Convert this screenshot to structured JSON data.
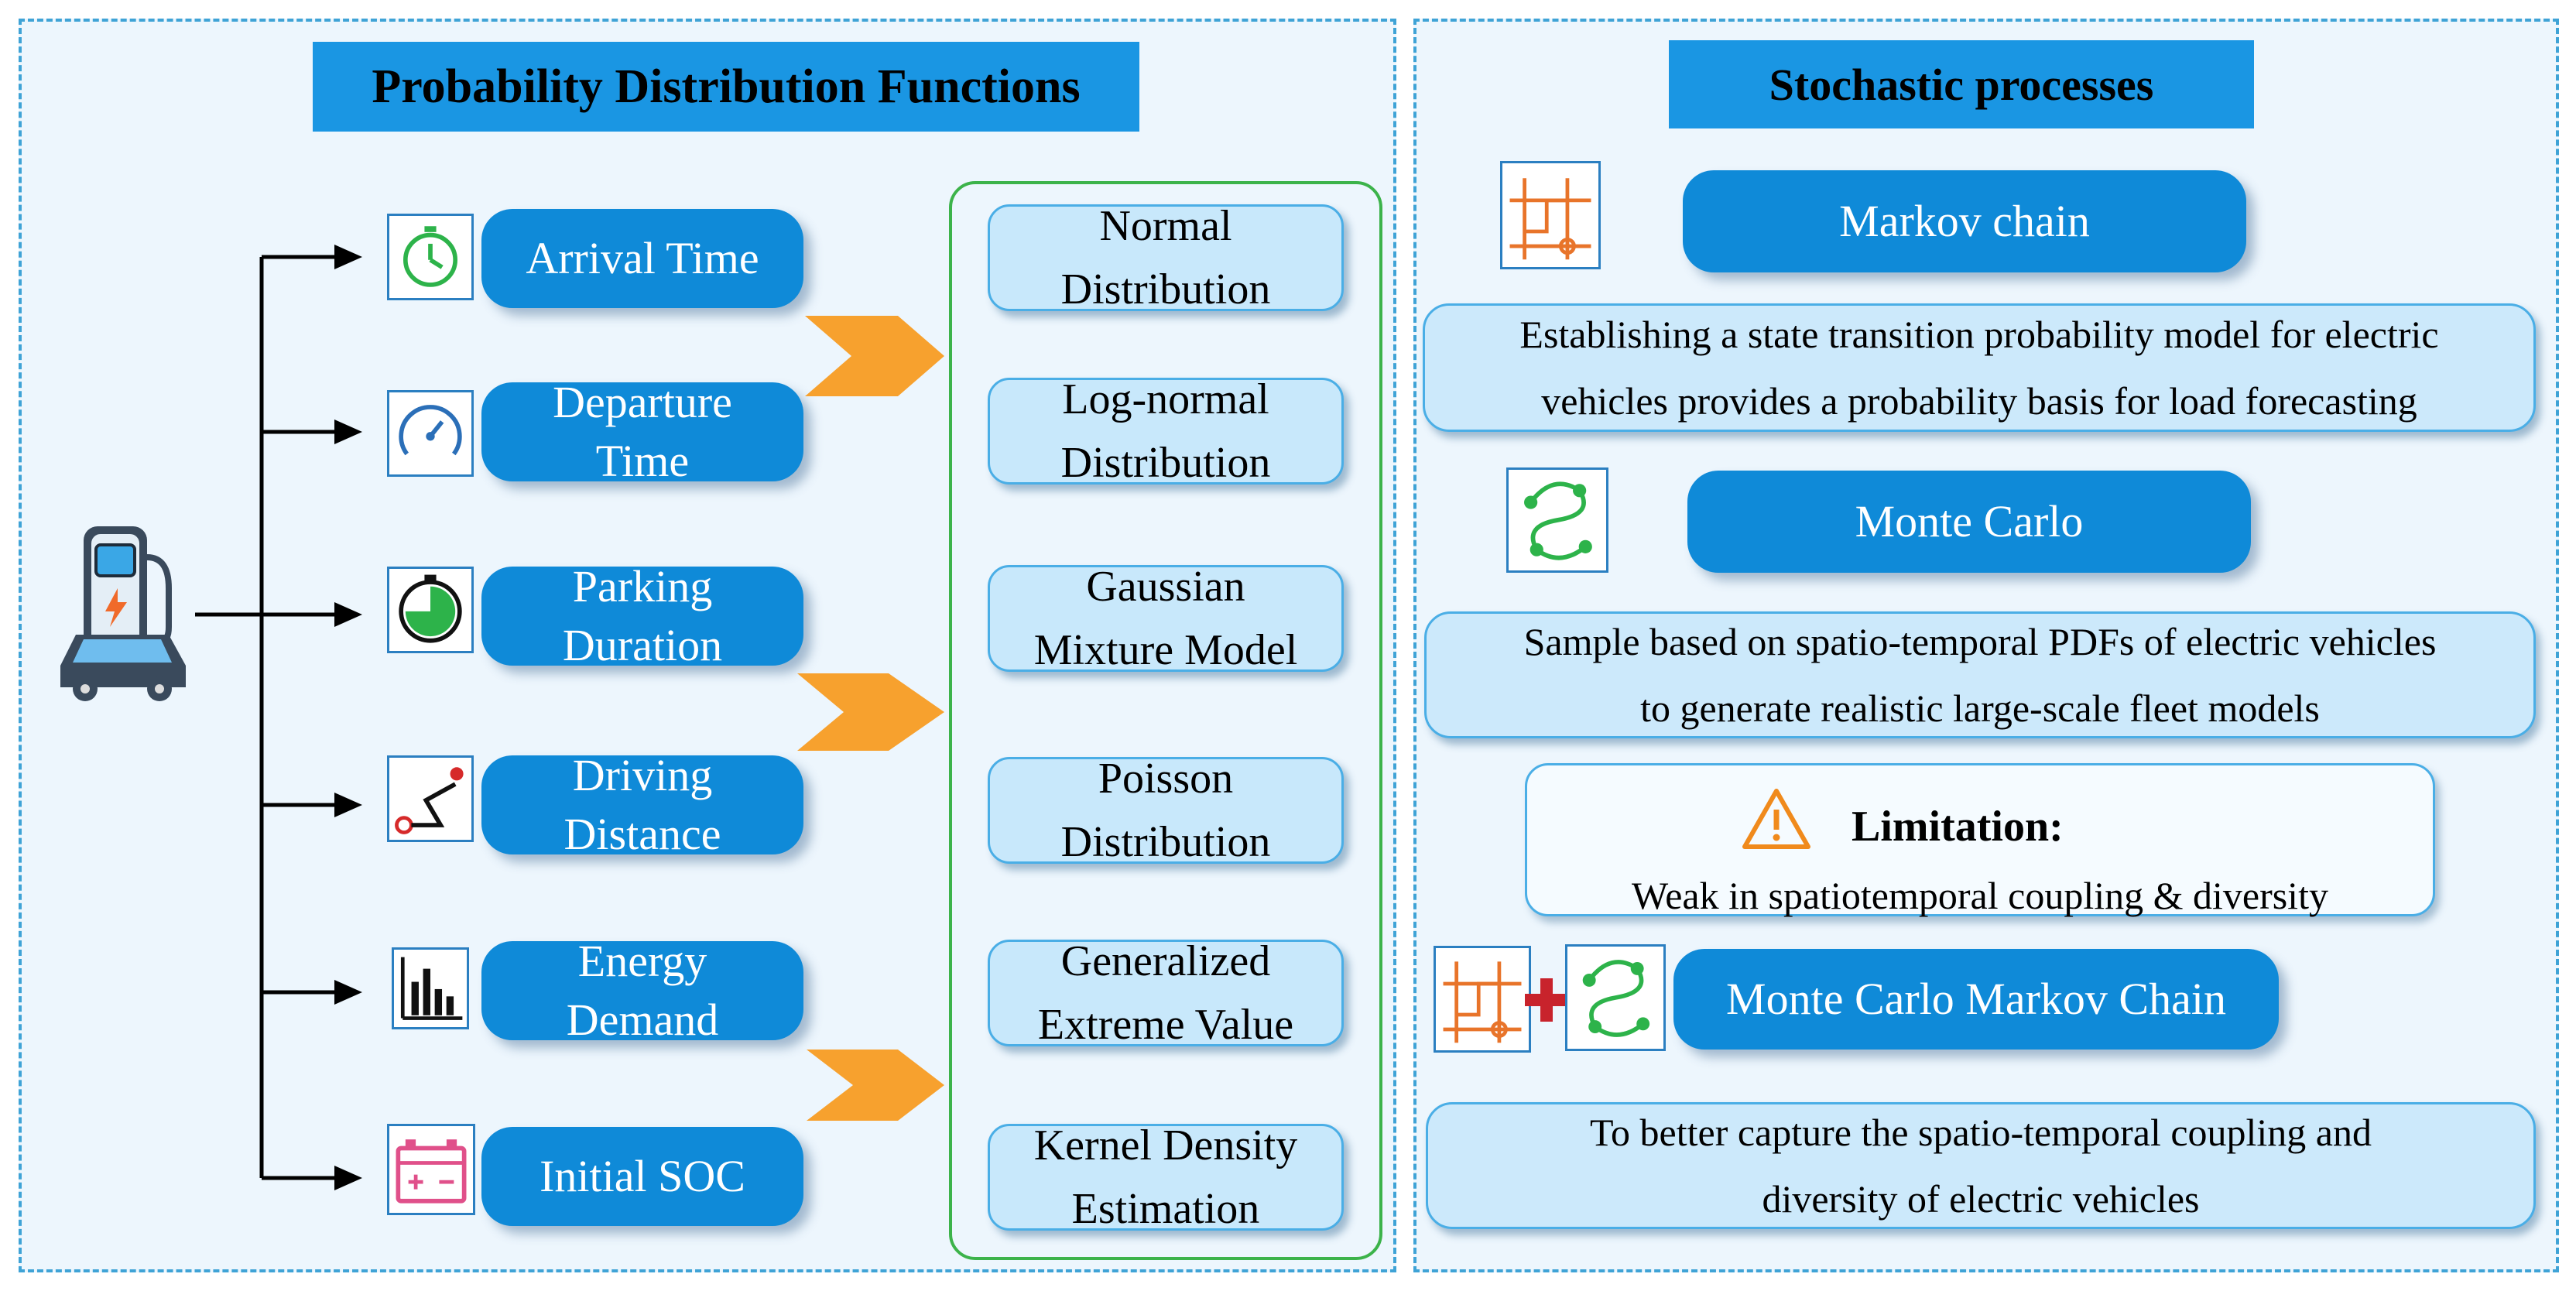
{
  "left": {
    "title": "Probability Distribution Functions",
    "factors": [
      {
        "label": "Arrival Time",
        "icon": "clock-icon"
      },
      {
        "label": "Departure\nTime",
        "icon": "gauge-icon"
      },
      {
        "label": "Parking\nDuration",
        "icon": "timer-icon"
      },
      {
        "label": "Driving\nDistance",
        "icon": "route-icon"
      },
      {
        "label": "Energy\nDemand",
        "icon": "bar-chart-icon"
      },
      {
        "label": "Initial SOC",
        "icon": "battery-icon"
      }
    ],
    "distributions": [
      "Normal\nDistribution",
      "Log-normal\nDistribution",
      "Gaussian\nMixture Model",
      "Poisson\nDistribution",
      "Generalized\nExtreme Value",
      "Kernel Density\nEstimation"
    ]
  },
  "right": {
    "title": "Stochastic processes",
    "markov": {
      "label": "Markov chain",
      "desc": "Establishing a state transition probability model for electric\nvehicles provides a probability basis for load forecasting"
    },
    "monte": {
      "label": "Monte Carlo",
      "desc": "Sample based on spatio-temporal PDFs of electric vehicles\nto generate realistic large-scale fleet models"
    },
    "limitation": {
      "title": "Limitation:",
      "text": "Weak in spatiotemporal coupling & diversity"
    },
    "mcmc": {
      "label": "Monte Carlo Markov Chain",
      "desc": "To better capture the spatio-temporal coupling and\ndiversity of electric vehicles"
    }
  },
  "colors": {
    "accent": "#0f8ad8",
    "title_bg": "#1a96e3",
    "panel_bg": "#edf6fd",
    "arrow_orange": "#f7a12e",
    "group_border": "#3cb34a"
  }
}
